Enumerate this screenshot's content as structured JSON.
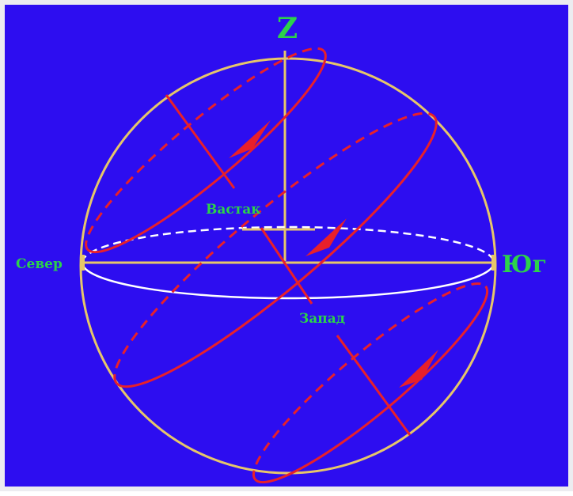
{
  "labels": {
    "zenith": "Z",
    "north": "Север",
    "south": "Юг",
    "east": "Вастак",
    "west": "Запад"
  },
  "colors": {
    "background": "#2d0df0",
    "sphere": "#e6c66a",
    "orbit": "#e8202a",
    "horizon": "#ffffff",
    "label": "#2cd24a"
  }
}
